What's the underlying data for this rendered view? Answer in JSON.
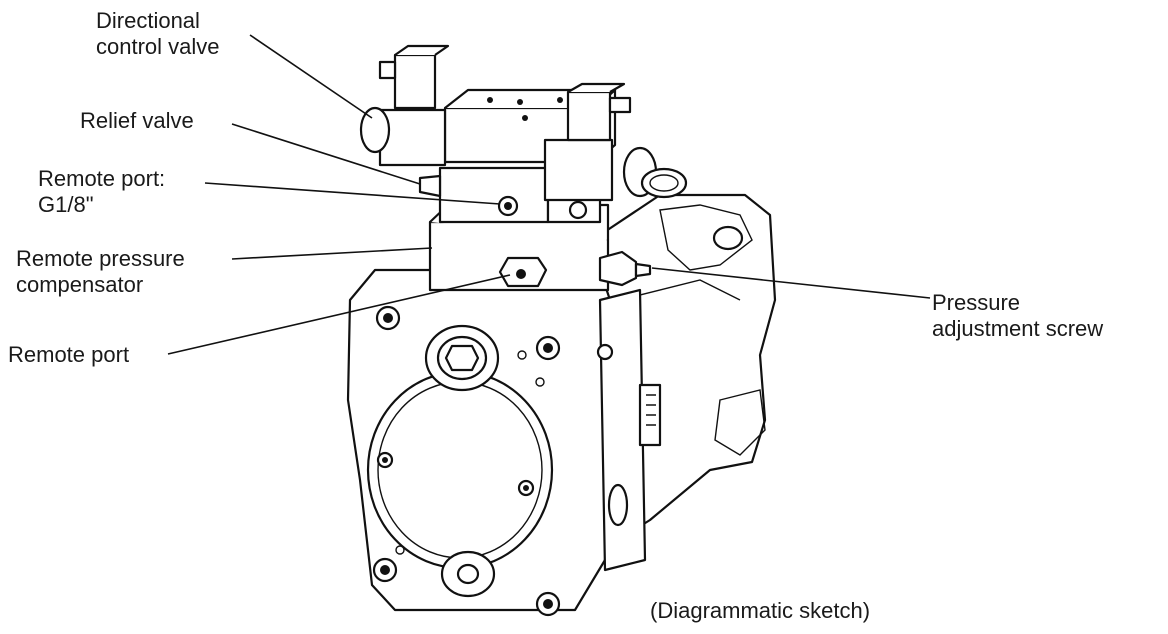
{
  "labels": {
    "directional_control_valve": [
      "Directional",
      "control valve"
    ],
    "relief_valve": [
      "Relief valve"
    ],
    "remote_port_g18": [
      "Remote port:",
      "G1/8\""
    ],
    "remote_pressure_compensator": [
      "Remote pressure",
      "compensator"
    ],
    "remote_port": [
      "Remote port"
    ],
    "pressure_adjustment_screw": [
      "Pressure",
      "adjustment screw"
    ]
  },
  "note": "(Diagrammatic sketch)"
}
